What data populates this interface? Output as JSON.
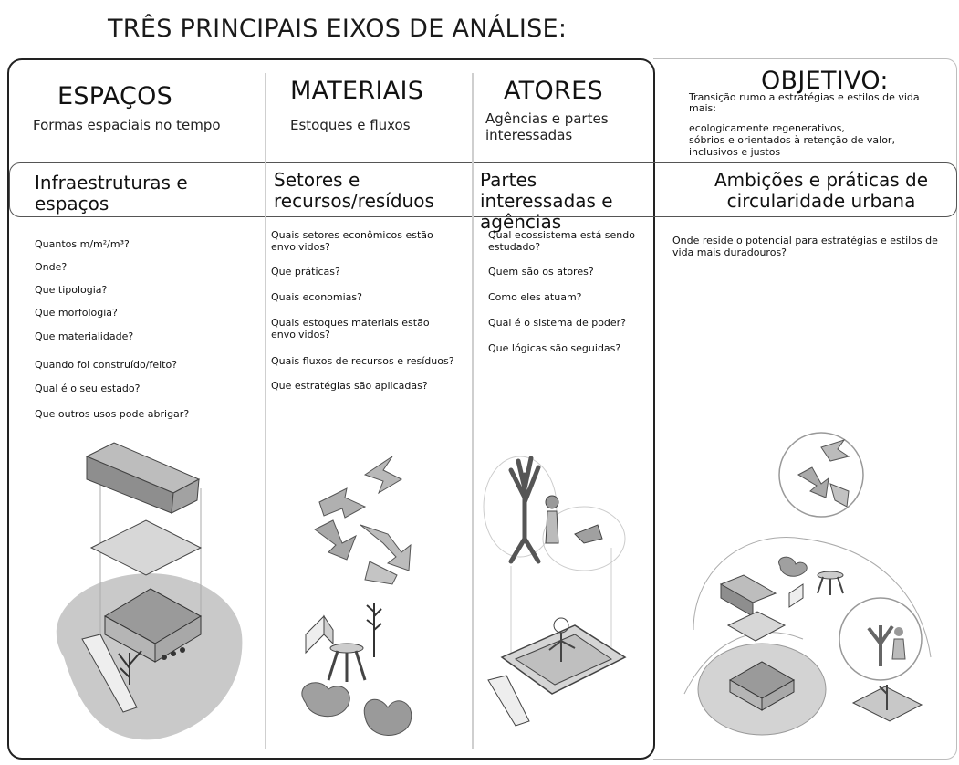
{
  "title": "TRÊS PRINCIPAIS EIXOS DE ANÁLISE:",
  "columns": [
    {
      "heading": "ESPAÇOS",
      "subtitle": "Formas espaciais no tempo",
      "band_label": "Infraestruturas e espaços",
      "questions": [
        "Quantos m/m²/m³?",
        "Onde?",
        "Que tipologia?",
        "Que morfologia?",
        "Que materialidade?",
        "Quando foi construído/feito?",
        "Qual é o seu estado?",
        "Que outros usos pode abrigar?"
      ]
    },
    {
      "heading": "MATERIAIS",
      "subtitle": "Estoques e fluxos",
      "band_label": "Setores e recursos/resíduos",
      "questions": [
        "Quais setores econômicos estão envolvidos?",
        "Que práticas?",
        "Quais economias?",
        "Quais estoques materiais estão envolvidos?",
        "Quais fluxos de recursos e resíduos?",
        "Que estratégias são aplicadas?"
      ]
    },
    {
      "heading": "ATORES",
      "subtitle": "Agências e partes interessadas",
      "band_label": "Partes interessadas e agências",
      "questions": [
        "Qual ecossistema está sendo estudado?",
        "Quem são os atores?",
        "Como eles atuam?",
        "Qual é o sistema de poder?",
        "Que lógicas são seguidas?"
      ]
    }
  ],
  "objective": {
    "heading": "OBJETIVO:",
    "intro": "Transição rumo a estratégias e estilos de vida mais:",
    "items": [
      "ecologicamente regenerativos,",
      "sóbrios e orientados à retenção de valor,",
      "inclusivos e justos"
    ],
    "band_label": "Ambições e práticas de circularidade urbana",
    "question": "Onde reside o potencial para estratégias e estilos de vida mais duradouros?"
  }
}
